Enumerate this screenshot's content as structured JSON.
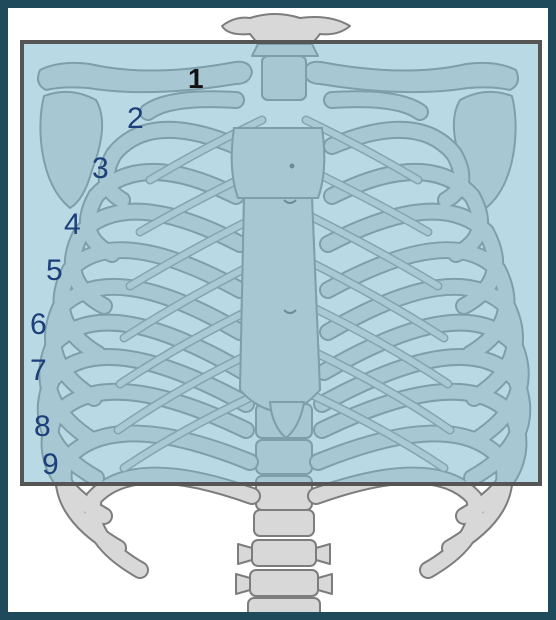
{
  "diagram": {
    "rib_labels": [
      "1",
      "2",
      "3",
      "4",
      "5",
      "6",
      "7",
      "8",
      "9"
    ]
  },
  "colors": {
    "background_frame": "#1f4a5c",
    "bone": "#d9d9d9",
    "bone_outline": "#888888",
    "highlight_overlay": "#7fbccd",
    "highlight_box_border": "#555555",
    "label_color": "#1d3f7a",
    "first_label_color": "#111111"
  }
}
